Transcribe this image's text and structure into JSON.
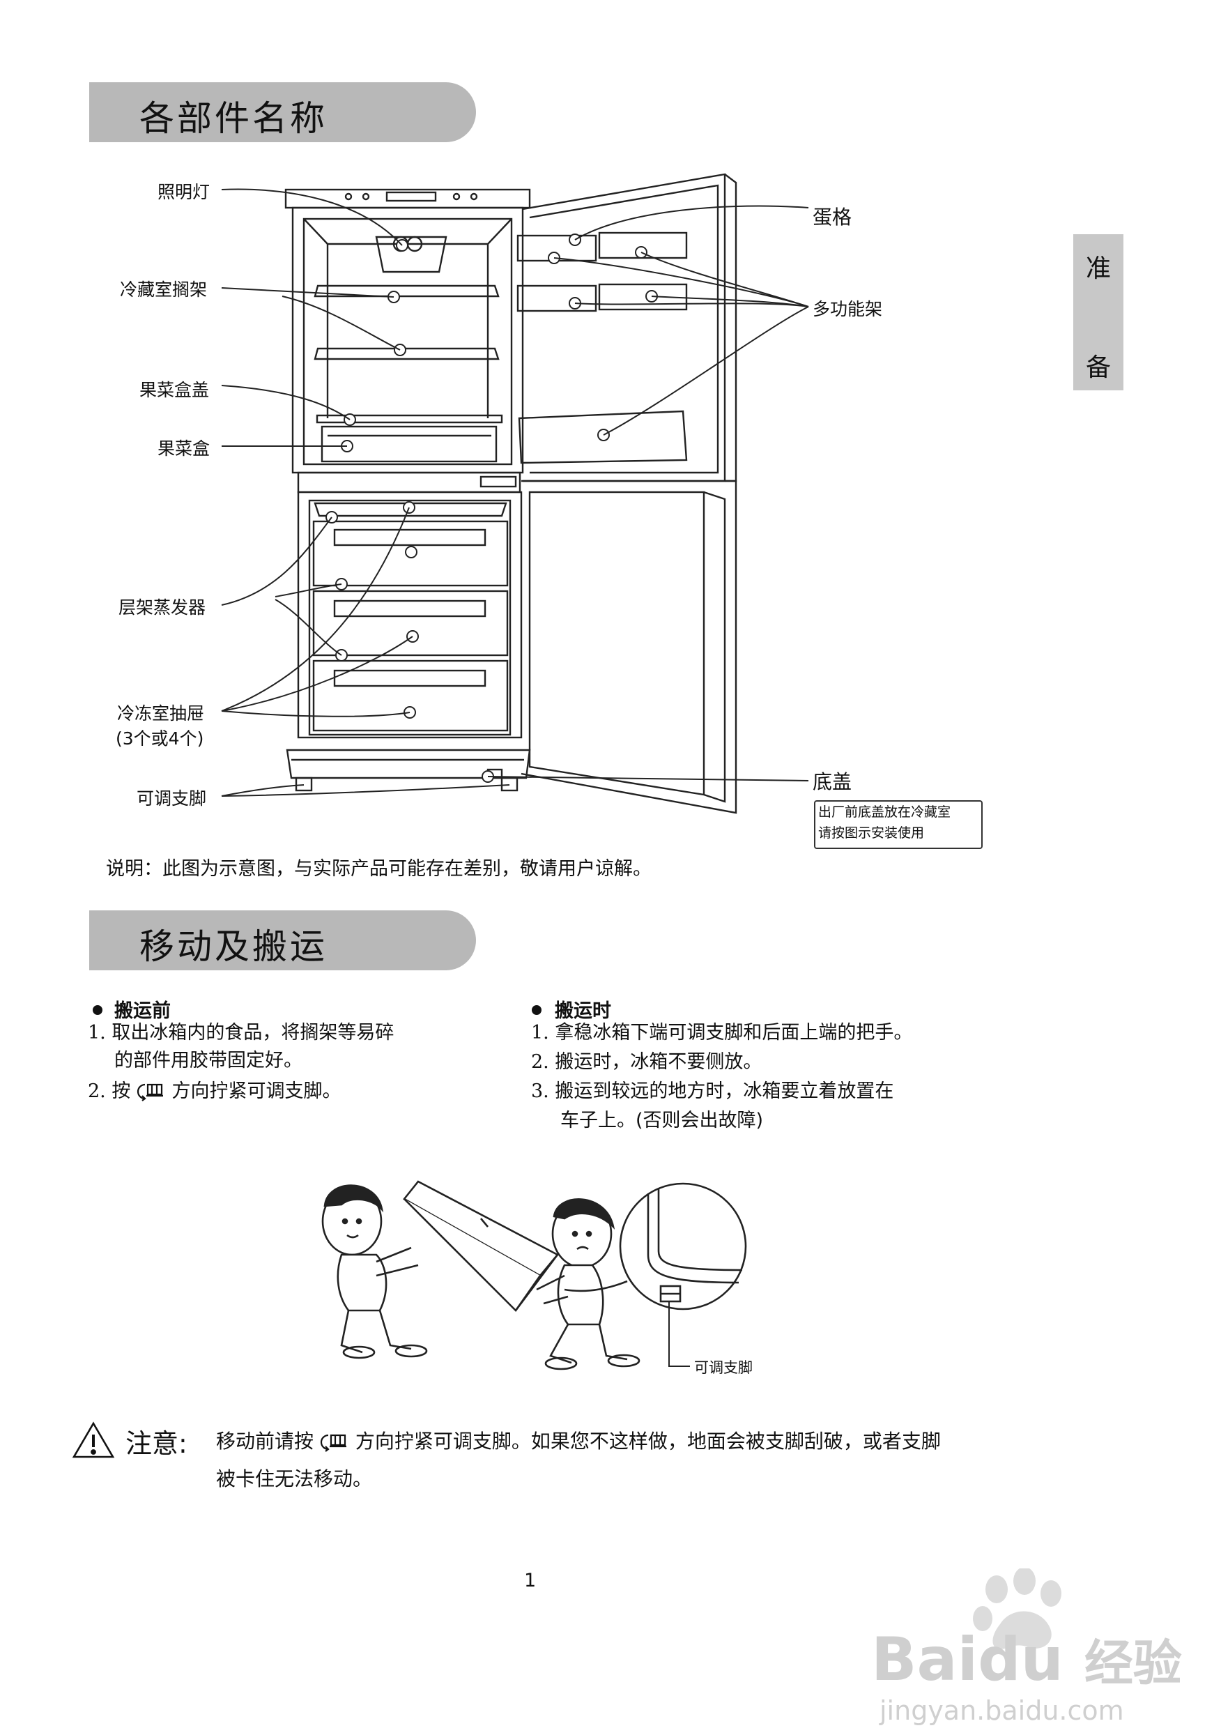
{
  "section1": {
    "title": "各部件名称"
  },
  "side_tab": {
    "chars": [
      "准",
      "备"
    ]
  },
  "labels_left": {
    "lamp": "照明灯",
    "fridge_shelf": "冷藏室搁架",
    "crisper_cover": "果菜盒盖",
    "crisper": "果菜盒",
    "evaporator": "层架蒸发器",
    "freezer_drawer": "冷冻室抽屉",
    "freezer_drawer_count": "(3个或4个)",
    "adjustable_feet": "可调支脚"
  },
  "labels_right": {
    "egg_tray": "蛋格",
    "multi_shelf": "多功能架",
    "bottom_cover": "底盖"
  },
  "note_box": {
    "line1": "出厂前底盖放在冷藏室",
    "line2": "请按图示安装使用"
  },
  "caption": "说明：此图为示意图，与实际产品可能存在差别，敬请用户谅解。",
  "section2": {
    "title": "移动及搬运"
  },
  "before": {
    "title": "搬运前",
    "items": [
      {
        "num": "1.",
        "text": "取出冰箱内的食品，将搁架等易碎"
      },
      {
        "num": "",
        "text": "的部件用胶带固定好。"
      },
      {
        "num": "2.",
        "text": "按",
        "text_after": "方向拧紧可调支脚。"
      }
    ]
  },
  "during": {
    "title": "搬运时",
    "items": [
      {
        "num": "1.",
        "text": "拿稳冰箱下端可调支脚和后面上端的把手。"
      },
      {
        "num": "2.",
        "text": "搬运时，冰箱不要侧放。"
      },
      {
        "num": "3.",
        "text": "搬运到较远的地方时，冰箱要立着放置在"
      },
      {
        "num": "",
        "text": "车子上。(否则会出故障)"
      }
    ]
  },
  "illustration": {
    "foot_label": "可调支脚"
  },
  "caution": {
    "title": "注意:",
    "line1_a": "移动前请按",
    "line1_b": "方向拧紧可调支脚。如果您不这样做，地面会被支脚刮破，或者支脚",
    "line2": "被卡住无法移动。"
  },
  "page_number": "1",
  "watermark": {
    "brand": "Bai",
    "brand2": "du",
    "cn": "经验",
    "url": "jingyan.baidu.com"
  }
}
